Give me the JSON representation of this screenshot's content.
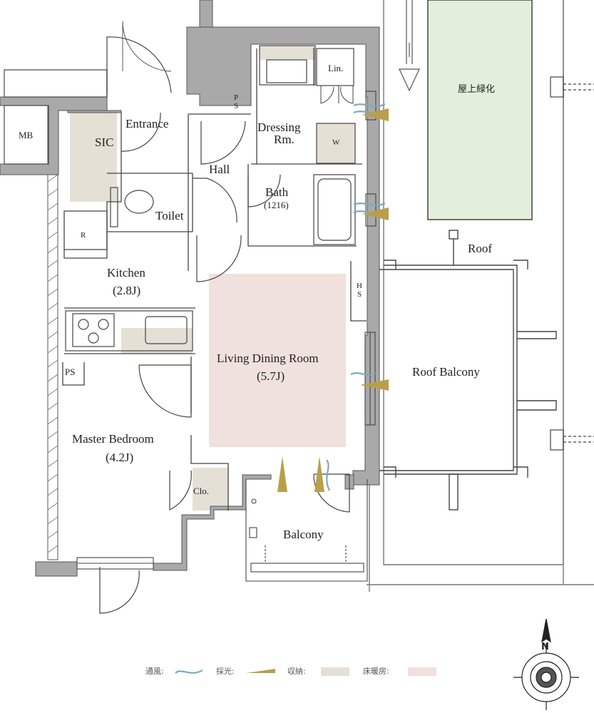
{
  "rooms": {
    "entrance": "Entrance",
    "sic": "SIC",
    "mb": "MB",
    "hall": "Hall",
    "dressing_line1": "Dressing",
    "dressing_line2": "Rm.",
    "lin": "Lin.",
    "w": "W",
    "ps_top": "P\nS",
    "bath": "Bath",
    "bath_size": "(1216)",
    "toilet": "Toilet",
    "r": "R",
    "kitchen": "Kitchen",
    "kitchen_size": "(2.8J)",
    "hs": "H\nS",
    "ps_left": "PS",
    "ldr": "Living Dining Room",
    "ldr_size": "(5.7J)",
    "master": "Master Bedroom",
    "master_size": "(4.2J)",
    "clo": "Clo.",
    "balcony": "Balcony",
    "roof": "Roof",
    "roof_balcony": "Roof Balcony",
    "rooftop_green": "屋上緑化"
  },
  "legend": {
    "ventilation": "通風:",
    "daylight": "採光:",
    "storage": "収納:",
    "floor_heating": "床暖房:"
  },
  "compass": {
    "north": "N"
  },
  "colors": {
    "wall": "#a9a9a9",
    "storage": "#e4e0d6",
    "floor_heating": "#f0e0de",
    "green_roof": "#e3efdc",
    "wind": "#7da9c1",
    "light": "#b8a04a"
  }
}
